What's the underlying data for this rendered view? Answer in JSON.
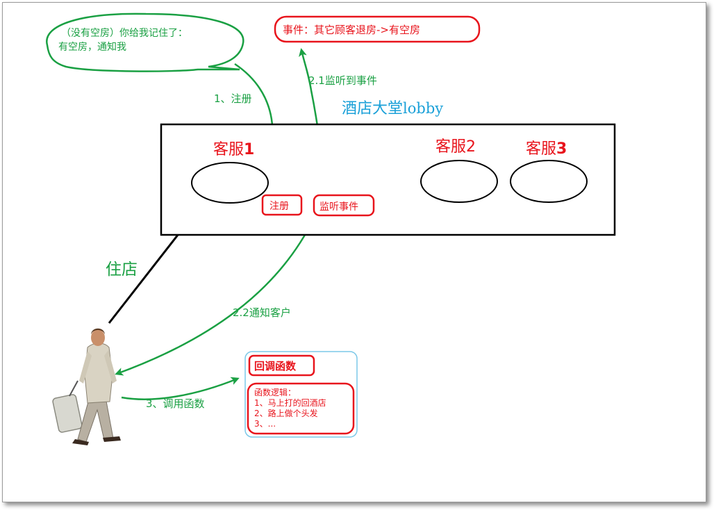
{
  "bubble": {
    "line1": "（没有空房）你给我记住了：",
    "line2": "有空房，通知我"
  },
  "event_box": {
    "label": "事件：其它顾客退房->有空房"
  },
  "labels": {
    "register_step": "1、注册",
    "listen_step": "2.1监听到事件",
    "notify_step": "2.2通知客户",
    "call_step": "3、调用函数",
    "check_in": "住店"
  },
  "lobby": {
    "title": "酒店大堂lobby",
    "title_cn": "酒店大堂",
    "title_en": "lobby",
    "agents": [
      {
        "name_cn": "客服",
        "num": "1"
      },
      {
        "name_cn": "客服",
        "num": "2"
      },
      {
        "name_cn": "客服",
        "num": "3"
      }
    ],
    "register_box": "注册",
    "listen_box": "监听事件"
  },
  "callback": {
    "title": "回调函数",
    "logic_title": "函数逻辑：",
    "logic_lines": [
      "1、马上打的回酒店",
      "2、路上做个头发",
      "3、..."
    ]
  },
  "colors": {
    "green": "#1aa043",
    "red": "#e8141c",
    "blue": "#1aa0d8",
    "black": "#000000",
    "callback_border": "#7cc8e8"
  },
  "icons": {
    "traveler": "person-with-suitcase-icon"
  }
}
